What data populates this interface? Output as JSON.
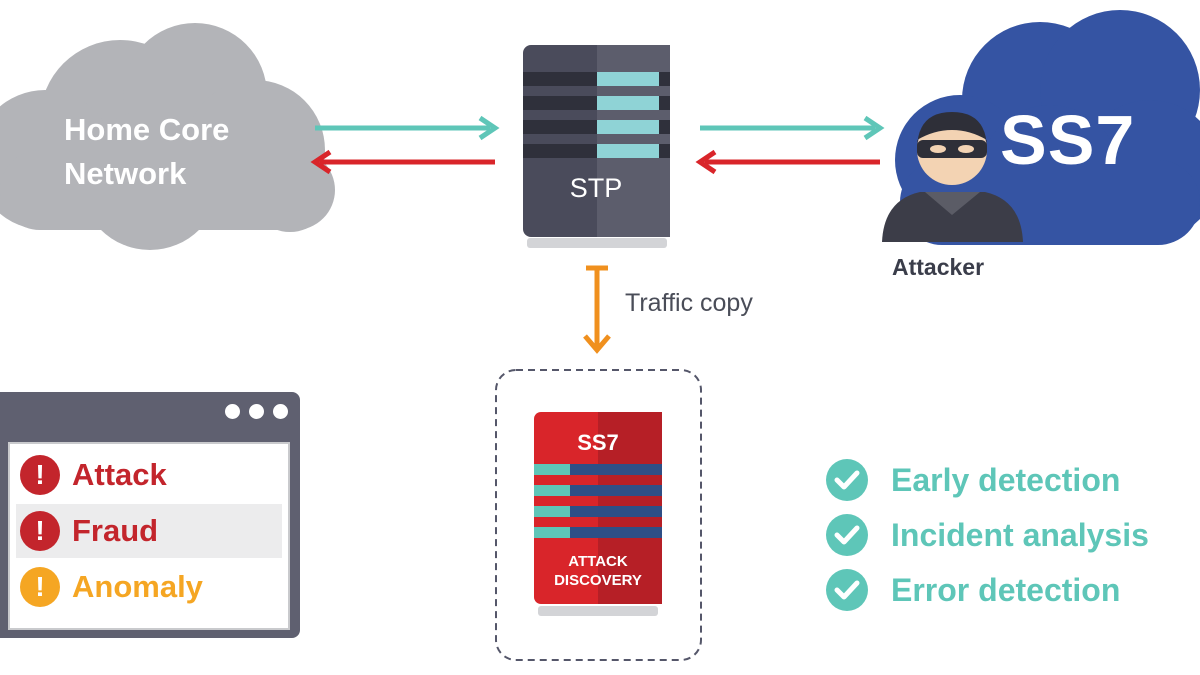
{
  "home_network": {
    "label_line1": "Home Core",
    "label_line2": "Network"
  },
  "stp": {
    "label": "STP"
  },
  "ss7_cloud": {
    "label": "SS7"
  },
  "attacker": {
    "label": "Attacker"
  },
  "traffic": {
    "label": "Traffic copy"
  },
  "probe": {
    "title": "SS7",
    "line1": "ATTACK",
    "line2": "DISCOVERY"
  },
  "alerts": {
    "items": [
      {
        "label": "Attack",
        "color": "#c3252c",
        "icon": "exclamation-icon"
      },
      {
        "label": "Fraud",
        "color": "#c3252c",
        "icon": "exclamation-icon"
      },
      {
        "label": "Anomaly",
        "color": "#f5a623",
        "icon": "exclamation-icon"
      }
    ]
  },
  "benefits": {
    "items": [
      {
        "label": "Early detection",
        "icon": "check-circle-icon"
      },
      {
        "label": "Incident analysis",
        "icon": "check-circle-icon"
      },
      {
        "label": "Error detection",
        "icon": "check-circle-icon"
      }
    ]
  },
  "colors": {
    "teal": "#5ec6b8",
    "red": "#d9252a",
    "orange": "#f0901e",
    "navy_cloud": "#3554a3",
    "grey_cloud": "#b3b4b8",
    "server_dark": "#4a4b5b"
  }
}
